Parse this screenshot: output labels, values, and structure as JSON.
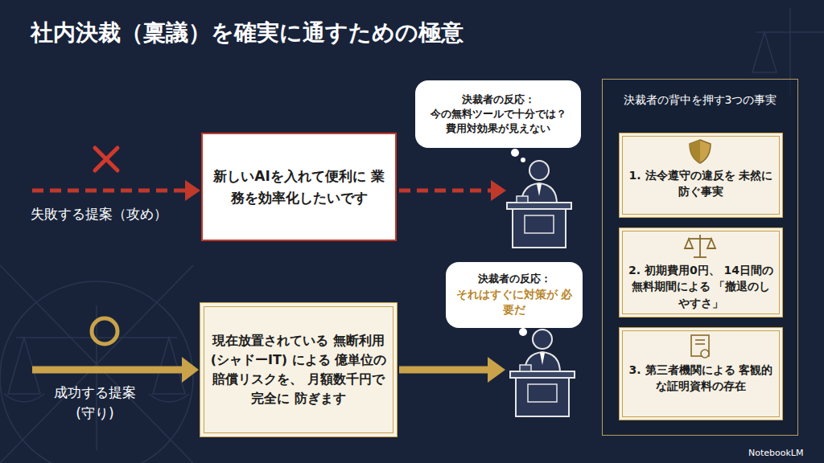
{
  "diagram": {
    "title": "社内決裁（稟議）を確実に通すための極意",
    "nodes": [
      {
        "text": [
          "新しいAIを入れて便利に 業務を効率化したいです"
        ]
      },
      {
        "text": [
          "決裁者の反応：",
          "今の無料ツールで十分では？ 費用対効果が見えない"
        ]
      },
      {
        "text": [
          "決裁者の背中を押す3つの事実"
        ]
      },
      {
        "text": [
          "1. 法令遵守の違反を 未然に防ぐ事実"
        ],
        "in": 2
      },
      {
        "text": [
          "2. 初期費用0円、 14日間の無料期間による 「撤退のしやすさ」"
        ],
        "in": 2
      },
      {
        "text": [
          "3. 第三者機関による 客観的な証明資料の存在"
        ],
        "in": 2
      },
      {
        "text": [
          "現在放置されている 無断利用 (シャドーIT) による 億単位の賠償リスクを、 月額数千円で完全に 防ぎます"
        ]
      },
      {
        "text": [
          "決裁者の反応：",
          "それはすぐに対策が 必要だ"
        ]
      }
    ],
    "labels": [
      "失敗する提案（攻め）",
      "成功する提案 (守り)",
      "NotebookLM"
    ]
  }
}
